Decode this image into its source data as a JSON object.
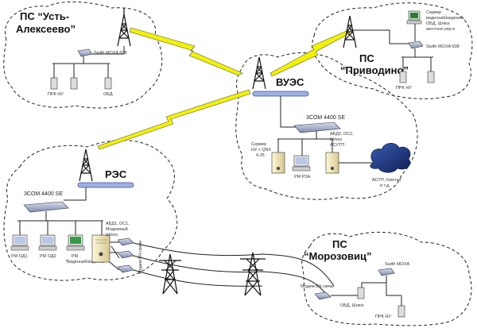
{
  "nodes": {
    "ust": {
      "title1": "ПС “Усть-",
      "title2": "Алексеево”",
      "switch_label": "Swith MOXA 508",
      "dev1": "ПРК НУ",
      "dev2": "",
      "dev3": "ОБД"
    },
    "privodino": {
      "title1": "ПС",
      "title2": "“Приводино”",
      "switch_label": "Swith MOXA 508",
      "server_label1": "Сервер",
      "server_label2": "видеонаблюдения,",
      "server_label3": "ОБД, Шлюз",
      "server_label4": "местное упр-е",
      "dev1": "ПРК НУ",
      "dev2": ""
    },
    "vues": {
      "title": "ВУЭС",
      "switch_label": "3COM 4400 SE",
      "server1_label1": "Сервер",
      "server1_label2": "НУ с QNX",
      "server1_label3": "4.25",
      "pc_label": "РМ РЗА",
      "server2_label1": "АБД2, DC2,",
      "server2_label2": "Шлюз",
      "server2_label3": "АСУТП",
      "cloud_label1": "АСУП, Internet",
      "cloud_label2": "и т.д."
    },
    "res": {
      "title": "РЭС",
      "switch_label": "3COM 4400 SE",
      "server_label1": "АБД1, DC1,",
      "server_label2": "Модемный",
      "server_label3": "Шлюз",
      "pc1": "РМ ОД1",
      "pc2": "РМ ОД2",
      "pc3_1": "РМ",
      "pc3_2": "“Видеонаблюдение”",
      "modems_label": "Модем ВЧ-связи"
    },
    "moroz": {
      "title1": "ПС",
      "title2": "“Морозовиц”",
      "switch_label": "Swith MOXA",
      "modem_label": "Модем ВЧ-связи",
      "dev1": "ОБД, Шлюз",
      "dev2": "ПРК НУ"
    }
  },
  "colors": {
    "lightning": "#f2f200",
    "switch": "#9aa6c8",
    "cloud_network": "#1e3a7a",
    "accent_bus": "#3b4fa8"
  }
}
